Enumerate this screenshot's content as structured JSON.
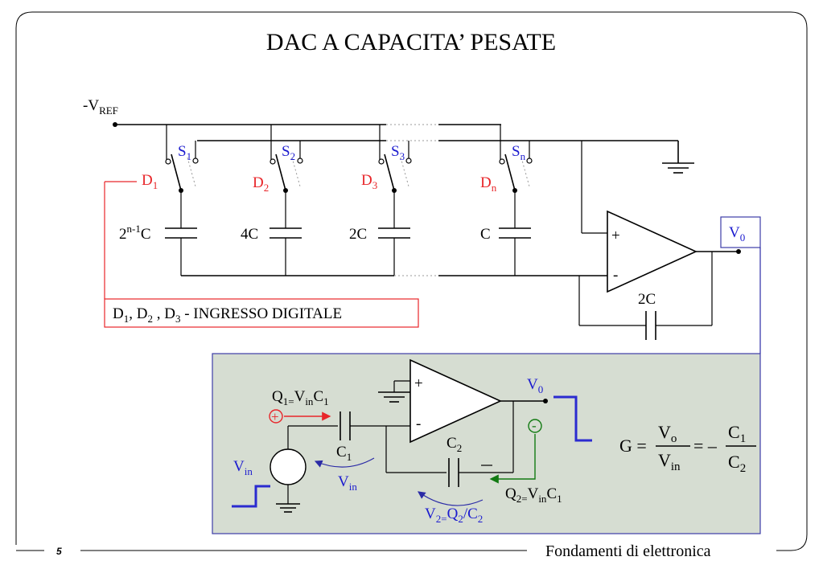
{
  "title": "DAC A CAPACITA’ PESATE",
  "page_number": "5",
  "footer": "Fondamenti di elettronica",
  "main_circuit": {
    "vref": {
      "prefix": "-V",
      "sub": "REF"
    },
    "switches": [
      {
        "s": "S",
        "s_sub": "1",
        "d": "D",
        "d_sub": "1",
        "cap_main": "2",
        "cap_sup": "n-1",
        "cap_tail": "C"
      },
      {
        "s": "S",
        "s_sub": "2",
        "d": "D",
        "d_sub": "2",
        "cap_main": "4C",
        "cap_sup": "",
        "cap_tail": ""
      },
      {
        "s": "S",
        "s_sub": "3",
        "d": "D",
        "d_sub": "3",
        "cap_main": "2C",
        "cap_sup": "",
        "cap_tail": ""
      },
      {
        "s": "S",
        "s_sub": "n",
        "d": "D",
        "d_sub": "n",
        "cap_main": "C",
        "cap_sup": "",
        "cap_tail": ""
      }
    ],
    "opamp_plus": "+",
    "opamp_minus": "-",
    "output": {
      "main": "V",
      "sub": "0"
    },
    "feedback_cap": "2C",
    "digital_input": {
      "d1": "D",
      "d1_sub": "1",
      "sep1": ", ",
      "d2": "D",
      "d2_sub": "2",
      "sep2": " , ",
      "d3": "D",
      "d3_sub": "3",
      "rest": "  - INGRESSO DIGITALE"
    }
  },
  "detail_circuit": {
    "q1": {
      "a": "Q",
      "a_sub": "1=",
      "b": "V",
      "b_sub": "in",
      "c": "C",
      "c_sub": "1"
    },
    "plus_sign": "+",
    "minus_sign": "-",
    "c1": {
      "main": "C",
      "sub": "1"
    },
    "vin_source": {
      "main": "V",
      "sub": "in"
    },
    "vin_arrow": {
      "main": "V",
      "sub": "in"
    },
    "c2": {
      "main": "C",
      "sub": "2"
    },
    "q2": {
      "a": "Q",
      "a_sub": "2=",
      "b": "V",
      "b_sub": "in",
      "c": "C",
      "c_sub": "1"
    },
    "v2": {
      "a": "V",
      "a_sub": "2=",
      "b": "Q",
      "b_sub": "2",
      "c": "/C",
      "c_sub": "2"
    },
    "vo": {
      "main": "V",
      "sub": "0"
    },
    "opamp_plus": "+",
    "opamp_minus": "-"
  },
  "gain_formula": {
    "g": "G =",
    "num1": "V",
    "num1_sub": "o",
    "den1": "V",
    "den1_sub": "in",
    "eq": "= –",
    "num2": "C",
    "num2_sub": "1",
    "den2": "C",
    "den2_sub": "2"
  },
  "colors": {
    "detail_fill": "#d6ddd2",
    "detail_border": "#3c3ca8",
    "red": "#e8262a",
    "blue": "#1c1ccf",
    "green": "#127a12"
  }
}
